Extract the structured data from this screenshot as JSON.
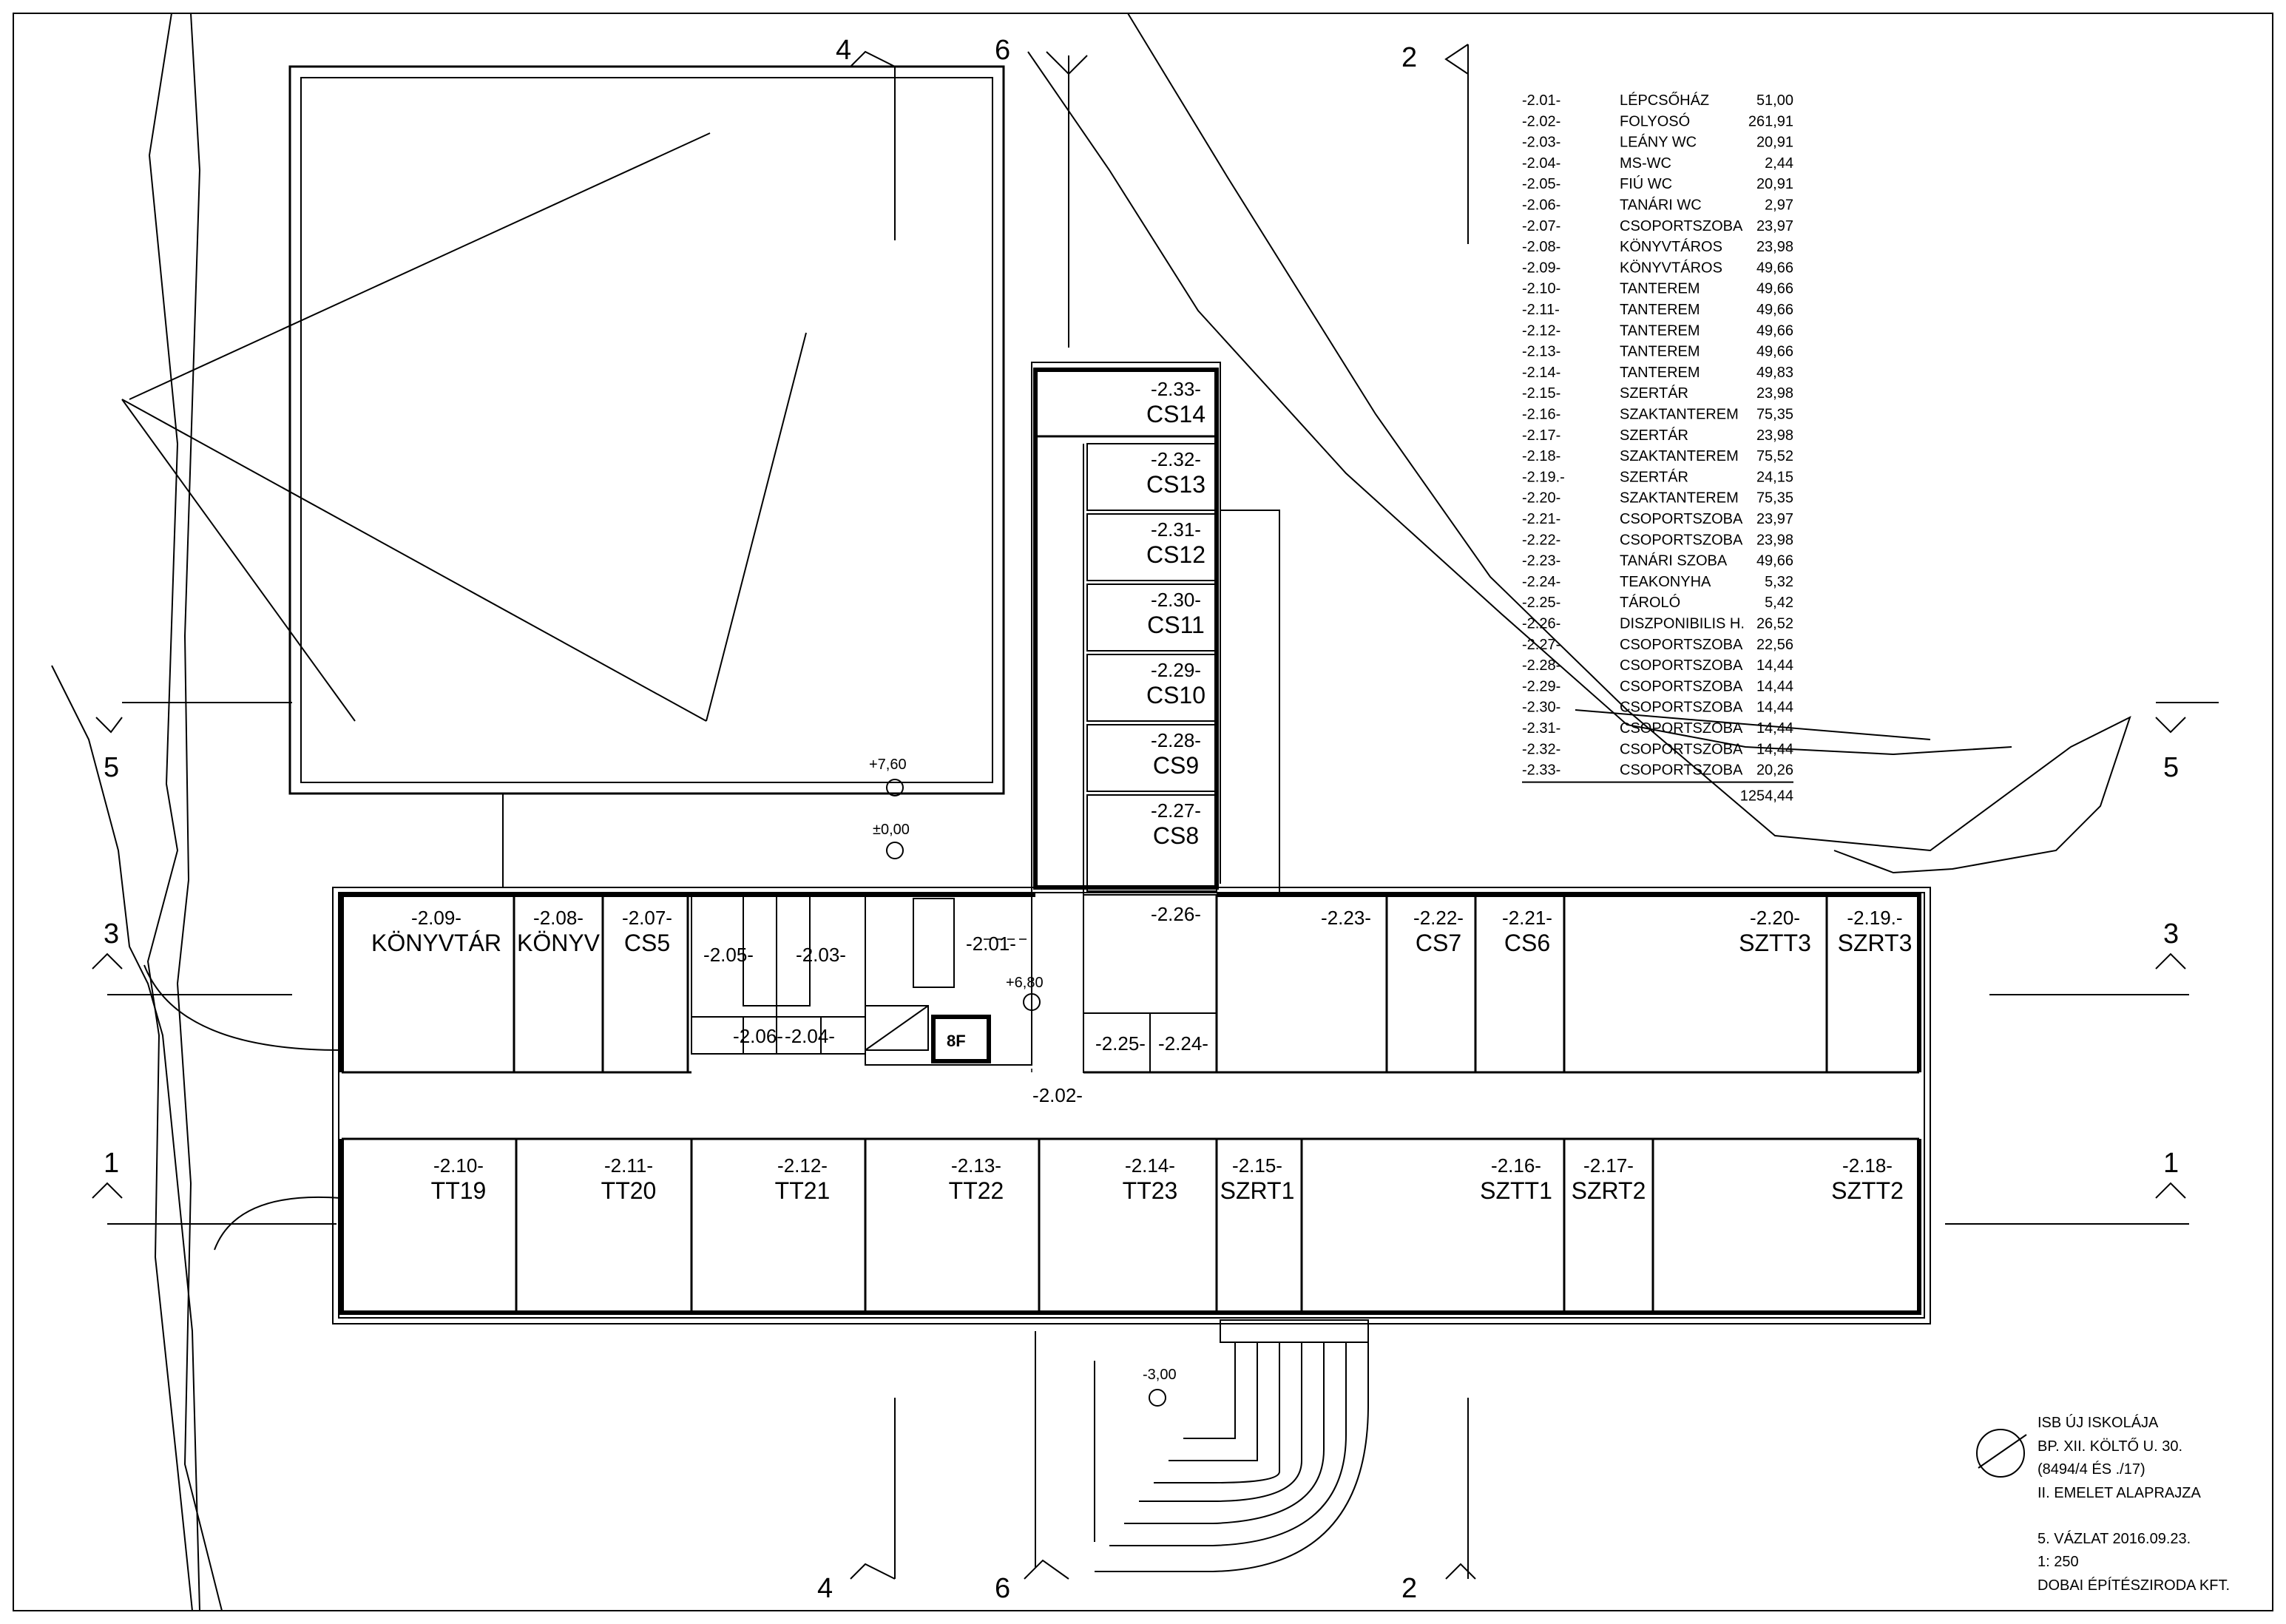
{
  "section_markers": [
    "1",
    "2",
    "3",
    "4",
    "5",
    "6"
  ],
  "levels": {
    "top": "+7,60",
    "zero": "±0,00",
    "stair": "+6,80",
    "bottom": "-3,00"
  },
  "stair_core": "8F",
  "rooms": [
    {
      "code": "-2.33-",
      "name": "CS14"
    },
    {
      "code": "-2.32-",
      "name": "CS13"
    },
    {
      "code": "-2.31-",
      "name": "CS12"
    },
    {
      "code": "-2.30-",
      "name": "CS11"
    },
    {
      "code": "-2.29-",
      "name": "CS10"
    },
    {
      "code": "-2.28-",
      "name": "CS9"
    },
    {
      "code": "-2.27-",
      "name": "CS8"
    },
    {
      "code": "-2.26-",
      "name": ""
    },
    {
      "code": "-2.25-",
      "name": ""
    },
    {
      "code": "-2.24-",
      "name": ""
    },
    {
      "code": "-2.09-",
      "name": "KÖNYVTÁR"
    },
    {
      "code": "-2.08-",
      "name": "KÖNYV"
    },
    {
      "code": "-2.07-",
      "name": "CS5"
    },
    {
      "code": "-2.05-",
      "name": ""
    },
    {
      "code": "-2.03-",
      "name": ""
    },
    {
      "code": "-2.01-",
      "name": ""
    },
    {
      "code": "-2.06-",
      "name": ""
    },
    {
      "code": "-2.04-",
      "name": ""
    },
    {
      "code": "-2.23-",
      "name": ""
    },
    {
      "code": "-2.22-",
      "name": "CS7"
    },
    {
      "code": "-2.21-",
      "name": "CS6"
    },
    {
      "code": "-2.20-",
      "name": "SZTT3"
    },
    {
      "code": "-2.19.-",
      "name": "SZRT3"
    },
    {
      "code": "-2.02-",
      "name": ""
    },
    {
      "code": "-2.10-",
      "name": "TT19"
    },
    {
      "code": "-2.11-",
      "name": "TT20"
    },
    {
      "code": "-2.12-",
      "name": "TT21"
    },
    {
      "code": "-2.13-",
      "name": "TT22"
    },
    {
      "code": "-2.14-",
      "name": "TT23"
    },
    {
      "code": "-2.15-",
      "name": "SZRT1"
    },
    {
      "code": "-2.16-",
      "name": "SZTT1"
    },
    {
      "code": "-2.17-",
      "name": "SZRT2"
    },
    {
      "code": "-2.18-",
      "name": "SZTT2"
    }
  ],
  "schedule": [
    {
      "code": "-2.01-",
      "name": "LÉPCSŐHÁZ",
      "area": "51,00"
    },
    {
      "code": "-2.02-",
      "name": "FOLYOSÓ",
      "area": "261,91"
    },
    {
      "code": "-2.03-",
      "name": "LEÁNY WC",
      "area": "20,91"
    },
    {
      "code": "-2.04-",
      "name": "MS-WC",
      "area": "2,44"
    },
    {
      "code": "-2.05-",
      "name": "FIÚ WC",
      "area": "20,91"
    },
    {
      "code": "-2.06-",
      "name": "TANÁRI WC",
      "area": "2,97"
    },
    {
      "code": "-2.07-",
      "name": "CSOPORTSZOBA",
      "area": "23,97"
    },
    {
      "code": "-2.08-",
      "name": "KÖNYVTÁROS",
      "area": "23,98"
    },
    {
      "code": "-2.09-",
      "name": "KÖNYVTÁROS",
      "area": "49,66"
    },
    {
      "code": "-2.10-",
      "name": "TANTEREM",
      "area": "49,66"
    },
    {
      "code": "-2.11-",
      "name": "TANTEREM",
      "area": "49,66"
    },
    {
      "code": "-2.12-",
      "name": "TANTEREM",
      "area": "49,66"
    },
    {
      "code": "-2.13-",
      "name": "TANTEREM",
      "area": "49,66"
    },
    {
      "code": "-2.14-",
      "name": "TANTEREM",
      "area": "49,83"
    },
    {
      "code": "-2.15-",
      "name": "SZERTÁR",
      "area": "23,98"
    },
    {
      "code": "-2.16-",
      "name": "SZAKTANTEREM",
      "area": "75,35"
    },
    {
      "code": "-2.17-",
      "name": "SZERTÁR",
      "area": "23,98"
    },
    {
      "code": "-2.18-",
      "name": "SZAKTANTEREM",
      "area": "75,52"
    },
    {
      "code": "-2.19.-",
      "name": "SZERTÁR",
      "area": "24,15"
    },
    {
      "code": "-2.20-",
      "name": "SZAKTANTEREM",
      "area": "75,35"
    },
    {
      "code": "-2.21-",
      "name": "CSOPORTSZOBA",
      "area": "23,97"
    },
    {
      "code": "-2.22-",
      "name": "CSOPORTSZOBA",
      "area": "23,98"
    },
    {
      "code": "-2.23-",
      "name": "TANÁRI SZOBA",
      "area": "49,66"
    },
    {
      "code": "-2.24-",
      "name": "TEAKONYHA",
      "area": "5,32"
    },
    {
      "code": "-2.25-",
      "name": "TÁROLÓ",
      "area": "5,42"
    },
    {
      "code": "-2.26-",
      "name": "DISZPONIBILIS H.",
      "area": "26,52"
    },
    {
      "code": "-2.27-",
      "name": "CSOPORTSZOBA",
      "area": "22,56"
    },
    {
      "code": "-2.28-",
      "name": "CSOPORTSZOBA",
      "area": "14,44"
    },
    {
      "code": "-2.29-",
      "name": "CSOPORTSZOBA",
      "area": "14,44"
    },
    {
      "code": "-2.30-",
      "name": "CSOPORTSZOBA",
      "area": "14,44"
    },
    {
      "code": "-2.31-",
      "name": "CSOPORTSZOBA",
      "area": "14,44"
    },
    {
      "code": "-2.32-",
      "name": "CSOPORTSZOBA",
      "area": "14,44"
    },
    {
      "code": "-2.33-",
      "name": "CSOPORTSZOBA",
      "area": "20,26"
    }
  ],
  "schedule_total": "1254,44",
  "title_block": {
    "line1": "ISB ÚJ ISKOLÁJA",
    "line2": "BP. XII. KÖLTŐ U. 30.",
    "line3": "(8494/4 ÉS ./17)",
    "line4": "II. EMELET ALAPRAJZA",
    "line5": "5. VÁZLAT    2016.09.23.",
    "line6": "1: 250",
    "line7": "DOBAI ÉPÍTÉSZIRODA KFT."
  }
}
